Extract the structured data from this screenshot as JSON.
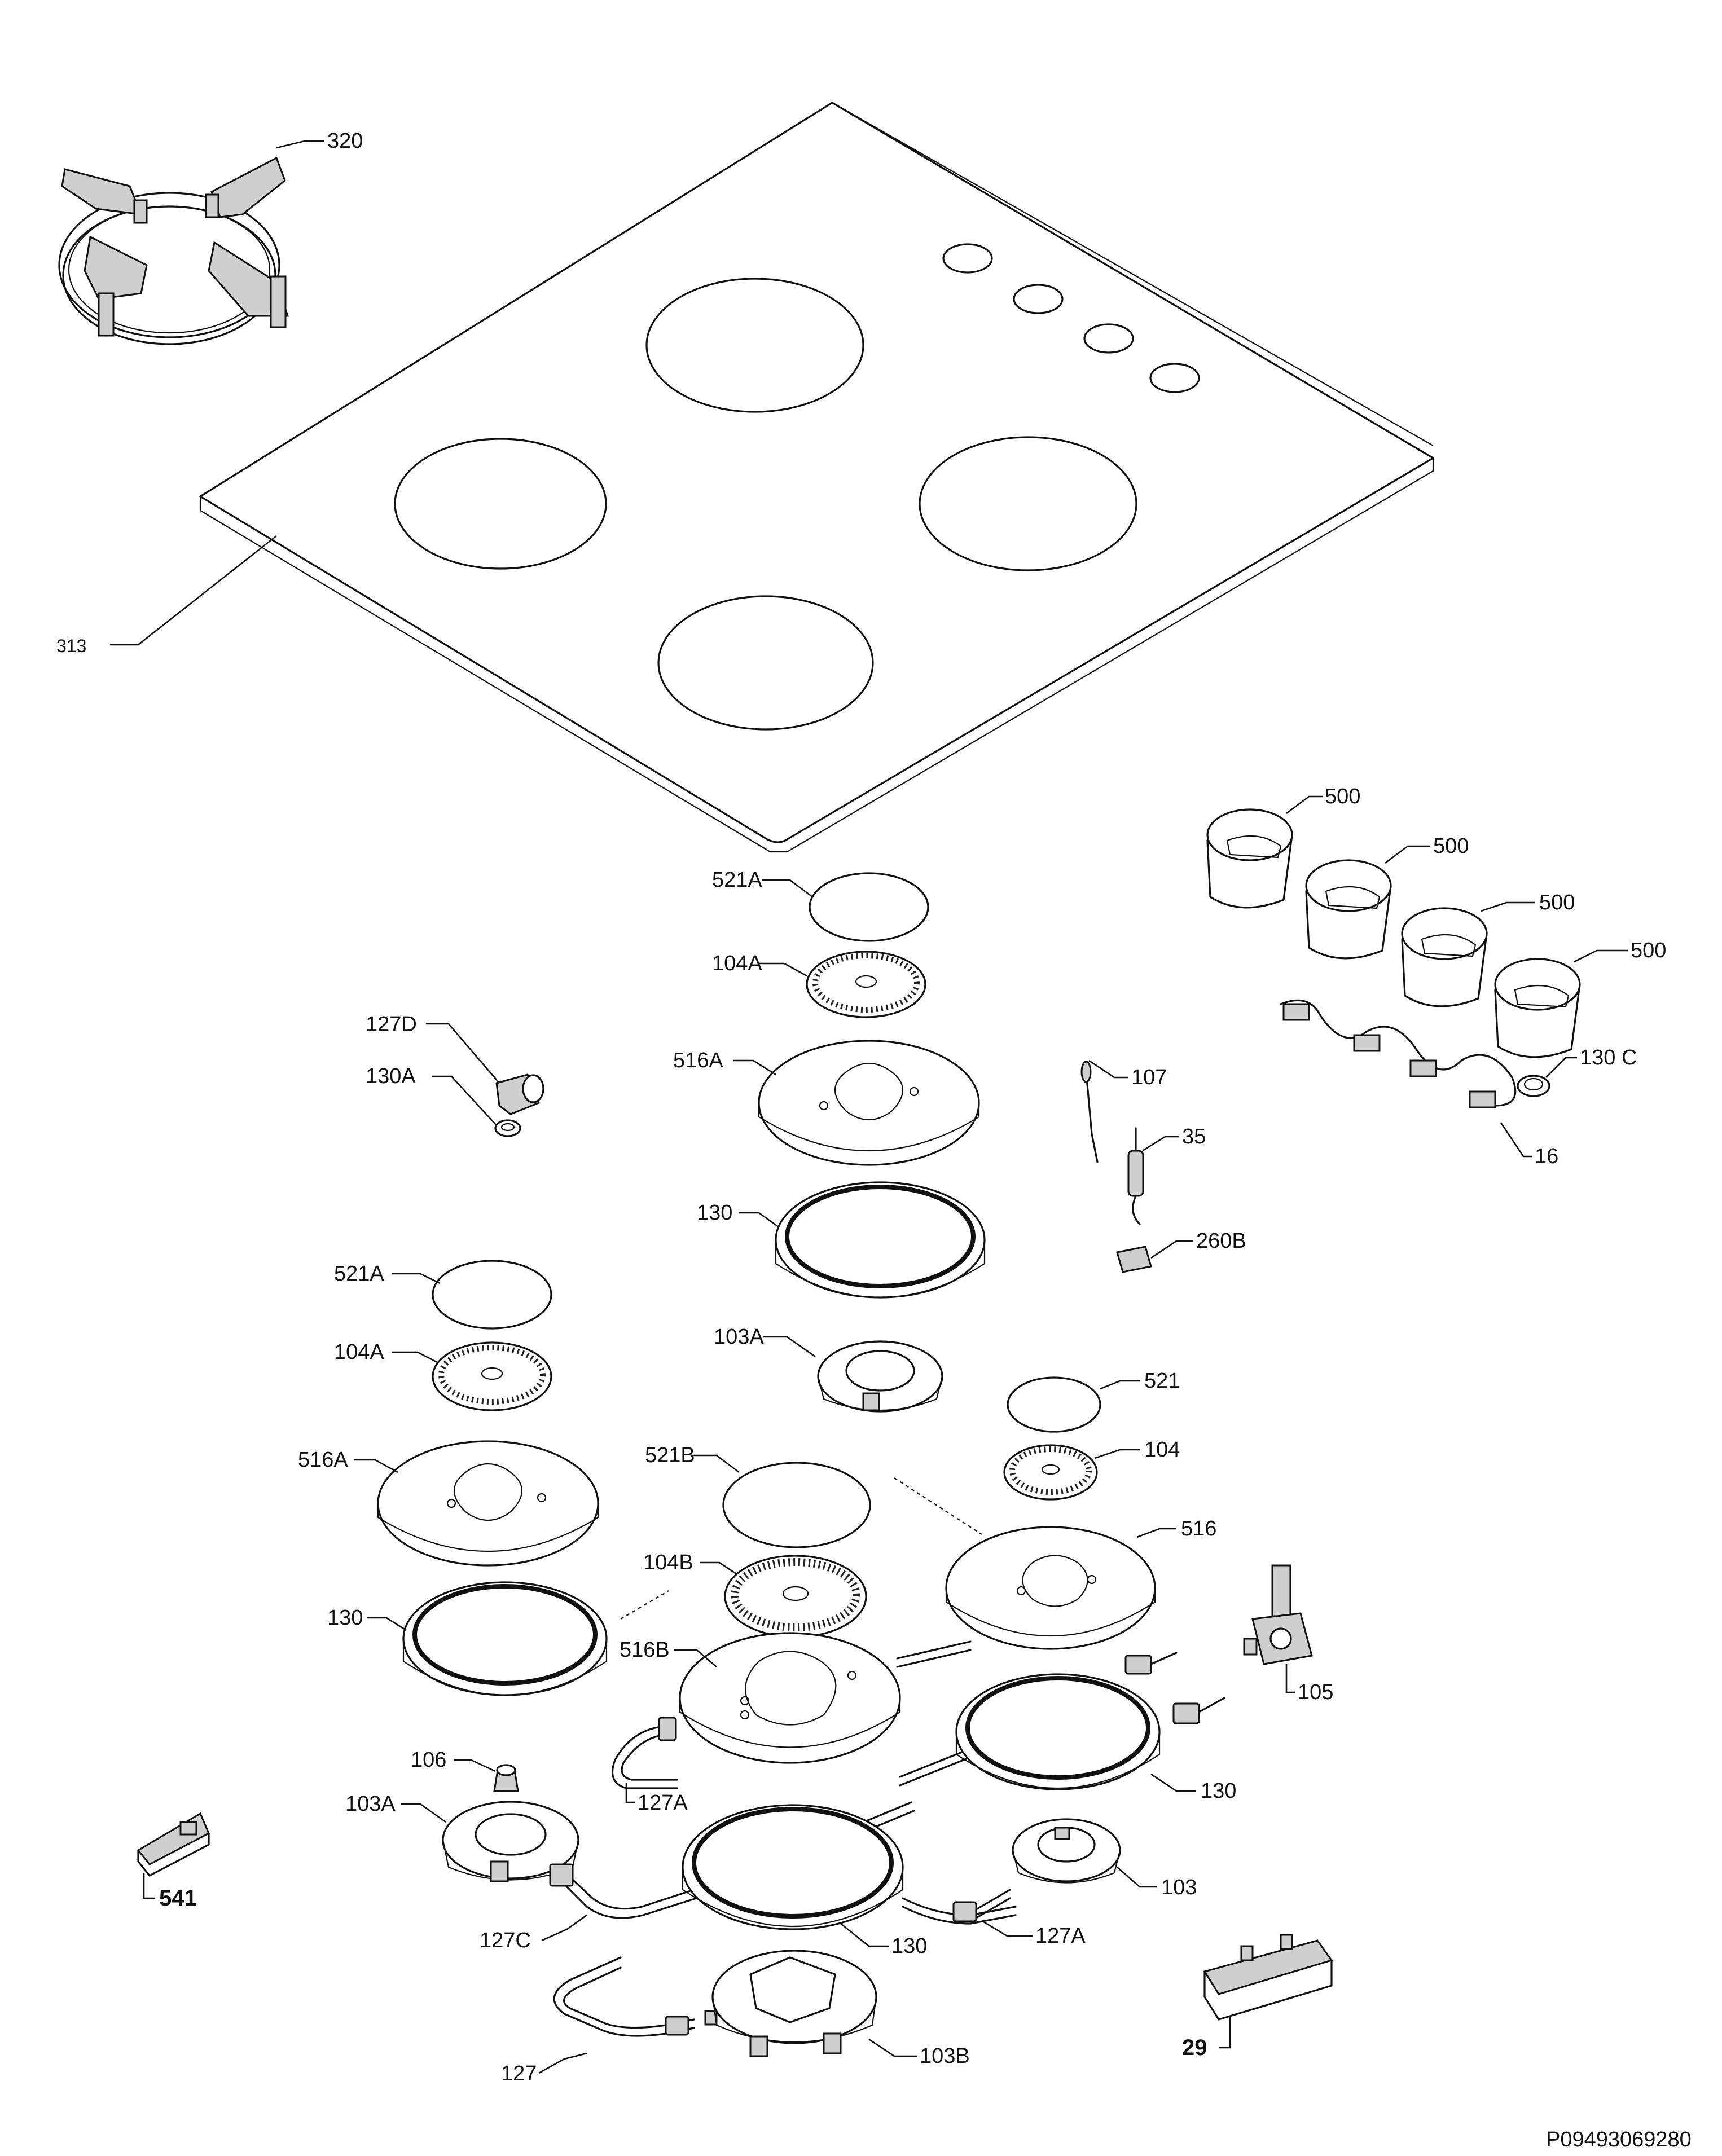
{
  "drawing_code": "P09493069280",
  "labels": {
    "l320": "320",
    "l313": "313",
    "l500a": "500",
    "l500b": "500",
    "l500c": "500",
    "l500d": "500",
    "l130c": "130 C",
    "l16": "16",
    "l107": "107",
    "l35": "35",
    "l260b": "260B",
    "l521a_top": "521A",
    "l104a_top": "104A",
    "l516a_top": "516A",
    "l130_top": "130",
    "l103a_top": "103A",
    "l127d": "127D",
    "l130a": "130A",
    "l521a_left": "521A",
    "l104a_left": "104A",
    "l516a_left": "516A",
    "l130_left": "130",
    "l106": "106",
    "l103a_left": "103A",
    "l541": "541",
    "l521b": "521B",
    "l104b": "104B",
    "l516b": "516B",
    "l127a_mid": "127A",
    "l127c": "127C",
    "l130_bottom": "130",
    "l127": "127",
    "l103b": "103B",
    "l521": "521",
    "l104": "104",
    "l516": "516",
    "l105": "105",
    "l130_right": "130",
    "l103": "103",
    "l127a_right": "127A",
    "l29": "29"
  }
}
